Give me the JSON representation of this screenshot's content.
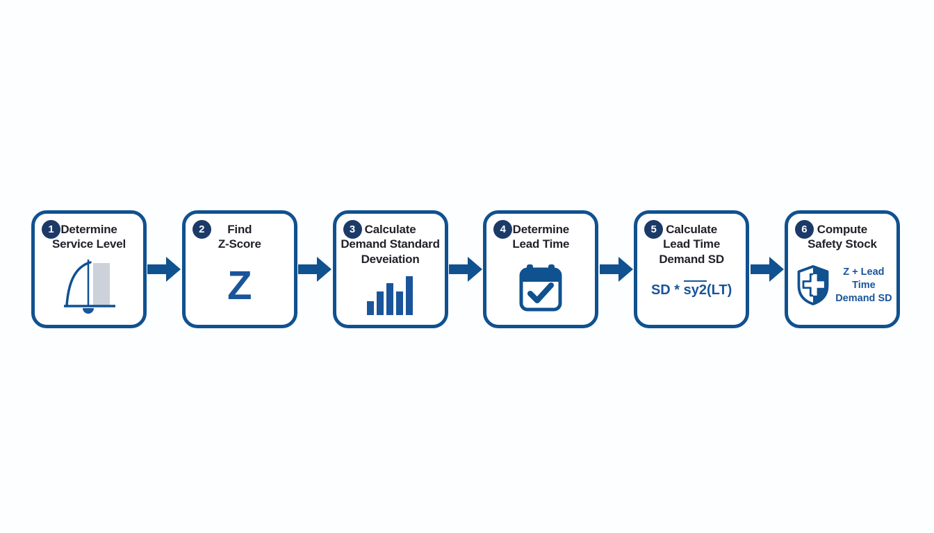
{
  "diagram": {
    "subject": "Safety stock calculation process flow",
    "colors": {
      "box_border_blue": "#10518f",
      "badge_navy": "#1b3a68",
      "title_text": "#21212b",
      "accent_blue": "#1a549b",
      "shade_gray": "#cdd2da",
      "background": "#fdfeff"
    },
    "steps": [
      {
        "number": "1",
        "title": "Determine\nService Level",
        "icon": "normal-distribution-icon"
      },
      {
        "number": "2",
        "title": "Find\nZ-Score",
        "icon": "letter-z-glyph",
        "z_label": "Z"
      },
      {
        "number": "3",
        "title": "Calculate\nDemand Standard\nDeveiation",
        "icon": "bar-chart-icon"
      },
      {
        "number": "4",
        "title": "Determine\nLead Time",
        "icon": "calendar-check-icon"
      },
      {
        "number": "5",
        "title": "Calculate\nLead Time\nDemand SD",
        "formula": {
          "prefix": "SD * ",
          "radical": "sy2",
          "suffix": "(LT)"
        }
      },
      {
        "number": "6",
        "title": "Compute\nSafety Stock",
        "icon": "shield-plus-icon",
        "annotation": "Z + Lead Time\nDemand SD"
      }
    ]
  }
}
